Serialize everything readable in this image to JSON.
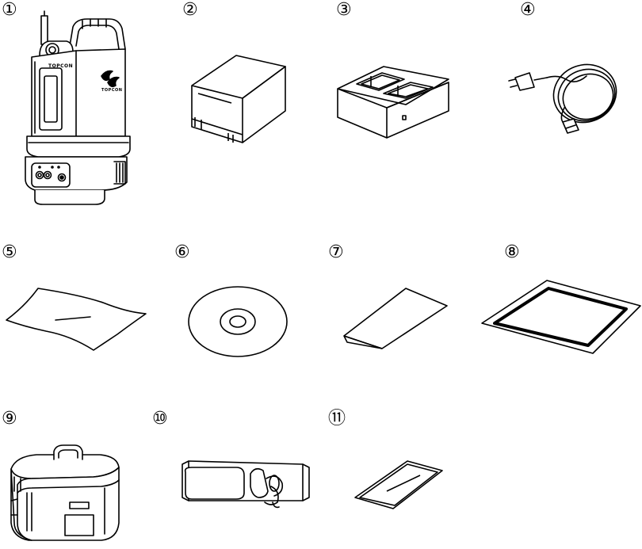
{
  "items": [
    {
      "label": "①",
      "icon": "total-station-icon",
      "brand": "TOPCON"
    },
    {
      "label": "②",
      "icon": "battery-icon"
    },
    {
      "label": "③",
      "icon": "battery-charger-icon"
    },
    {
      "label": "④",
      "icon": "power-cable-icon"
    },
    {
      "label": "⑤",
      "icon": "lens-cloth-icon"
    },
    {
      "label": "⑥",
      "icon": "cd-rom-icon"
    },
    {
      "label": "⑦",
      "icon": "folded-leaflet-icon"
    },
    {
      "label": "⑧",
      "icon": "framed-sheet-icon"
    },
    {
      "label": "⑨",
      "icon": "carrying-case-icon"
    },
    {
      "label": "⑩",
      "icon": "carrying-strap-icon"
    },
    {
      "label": "⑪",
      "icon": "protective-bag-icon"
    }
  ]
}
